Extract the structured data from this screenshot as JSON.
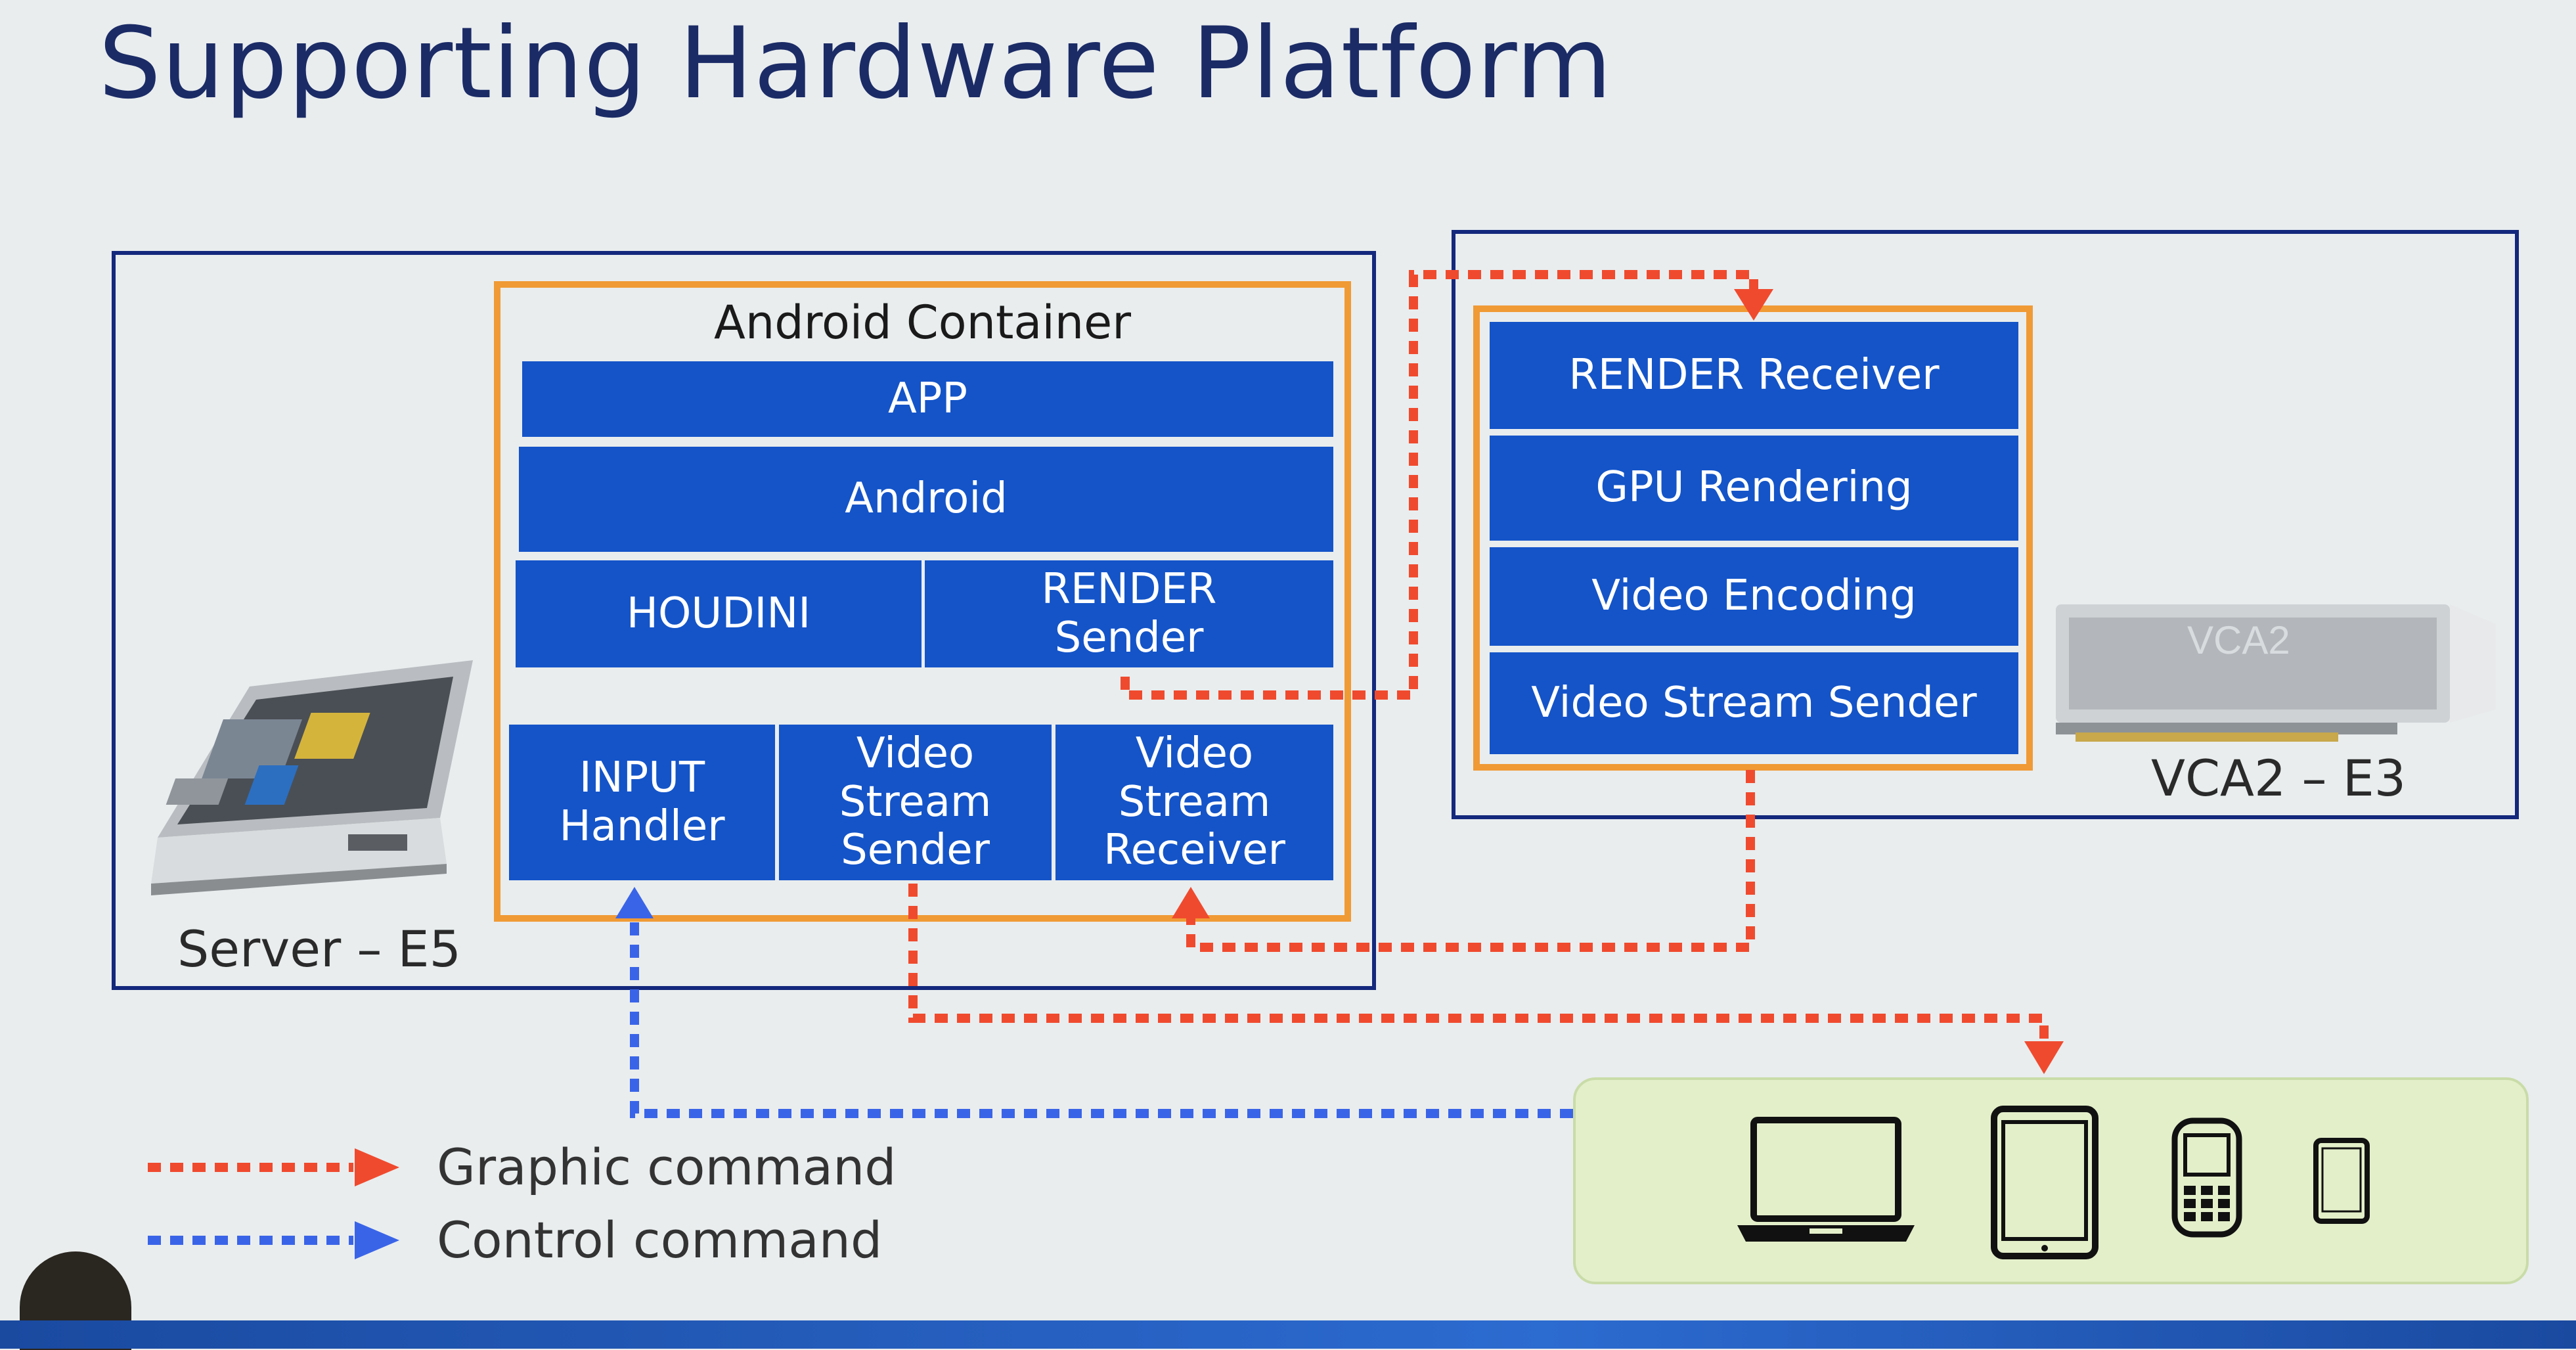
{
  "title": "Supporting Hardware Platform",
  "server": {
    "label": "Server – E5",
    "container": {
      "title": "Android Container",
      "app": "APP",
      "android": "Android",
      "houdini": "HOUDINI",
      "render_sender": "RENDER\nSender",
      "input_handler": "INPUT\nHandler",
      "video_stream_sender": "Video\nStream\nSender",
      "video_stream_receiver": "Video\nStream\nReceiver"
    }
  },
  "vca": {
    "label": "VCA2 – E3",
    "render_receiver": "RENDER Receiver",
    "gpu_rendering": "GPU Rendering",
    "video_encoding": "Video Encoding",
    "video_stream_sender": "Video Stream Sender"
  },
  "legend": {
    "graphic": "Graphic command",
    "control": "Control command"
  },
  "colors": {
    "graphic": "#f04a2e",
    "control": "#3a64e8",
    "block": "#1454c8",
    "frame": "#14287c",
    "container_border": "#f09a35"
  },
  "devices": [
    "laptop-icon",
    "tablet-icon",
    "feature-phone-icon",
    "smartphone-icon"
  ]
}
